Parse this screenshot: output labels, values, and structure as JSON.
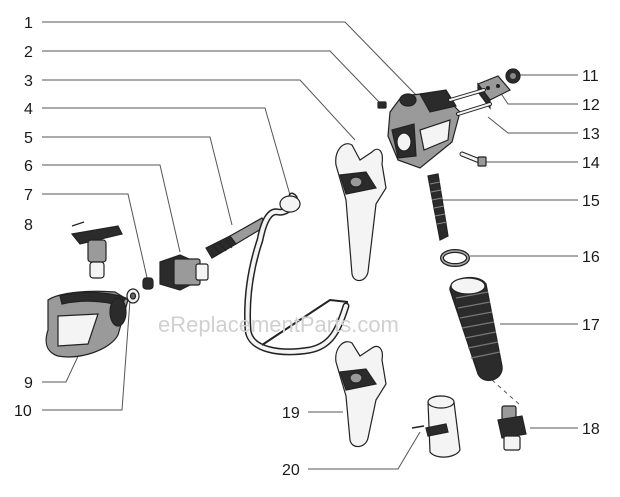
{
  "watermark": "eReplacementParts.com",
  "callouts": [
    {
      "number": "1"
    },
    {
      "number": "2"
    },
    {
      "number": "3"
    },
    {
      "number": "4"
    },
    {
      "number": "5"
    },
    {
      "number": "6"
    },
    {
      "number": "7"
    },
    {
      "number": "8"
    },
    {
      "number": "9"
    },
    {
      "number": "10"
    },
    {
      "number": "11"
    },
    {
      "number": "12"
    },
    {
      "number": "13"
    },
    {
      "number": "14"
    },
    {
      "number": "15"
    },
    {
      "number": "16"
    },
    {
      "number": "17"
    },
    {
      "number": "18"
    },
    {
      "number": "19"
    },
    {
      "number": "20"
    }
  ]
}
